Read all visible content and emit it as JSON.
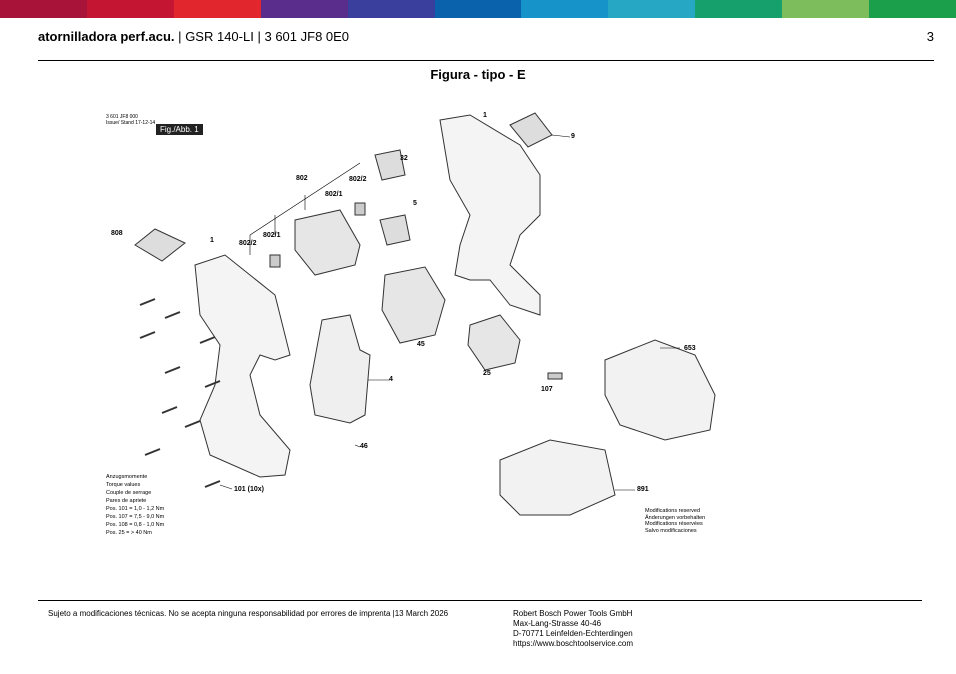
{
  "brand_colors": [
    "#a8133a",
    "#c41532",
    "#e2262d",
    "#5a2d8c",
    "#3a3f9e",
    "#0a62ad",
    "#1693c8",
    "#26a8c4",
    "#16a16c",
    "#7dbd5b",
    "#1c9f4a"
  ],
  "header": {
    "title": "atornilladora perf.acu.",
    "model": "GSR 140-LI",
    "number": "3 601 JF8 0E0",
    "separator": "|",
    "page": "3"
  },
  "figure": {
    "title": "Figura - tipo - E",
    "meta_number": "3 601 JF8 000",
    "issue_label": "Issue/ Stand",
    "issue_date": "17-12-14",
    "fig_tag": "Fig./Abb. 1"
  },
  "parts": [
    "1",
    "9",
    "32",
    "802/2",
    "802",
    "802/1",
    "5",
    "808",
    "1",
    "802/1",
    "802/2",
    "45",
    "4",
    "25",
    "107",
    "653",
    "46",
    "891",
    "101 (10x)"
  ],
  "torque": {
    "lines": [
      "Anzugsmomente",
      "Torque values",
      "Couple de serrage",
      "Pares de apriete",
      "Pos. 101 = 1,0 - 1,2 Nm",
      "Pos. 107 = 7,5 - 9,0 Nm",
      "Pos. 108 = 0,8 - 1,0 Nm",
      "Pos. 25 = > 40 Nm"
    ]
  },
  "modifications": {
    "lines": [
      "Modifications reserved",
      "Änderungen vorbehalten",
      "Modifications réservées",
      "Salvo modificaciones"
    ]
  },
  "footer": {
    "disclaimer": "Sujeto a modificaciones técnicas. No se acepta ninguna responsabilidad por errores de imprenta |13 March 2026",
    "company": "Robert Bosch Power Tools GmbH",
    "street": "Max-Lang-Strasse 40-46",
    "city": "D-70771 Leinfelden-Echterdingen",
    "url": "https://www.boschtoolservice.com"
  }
}
